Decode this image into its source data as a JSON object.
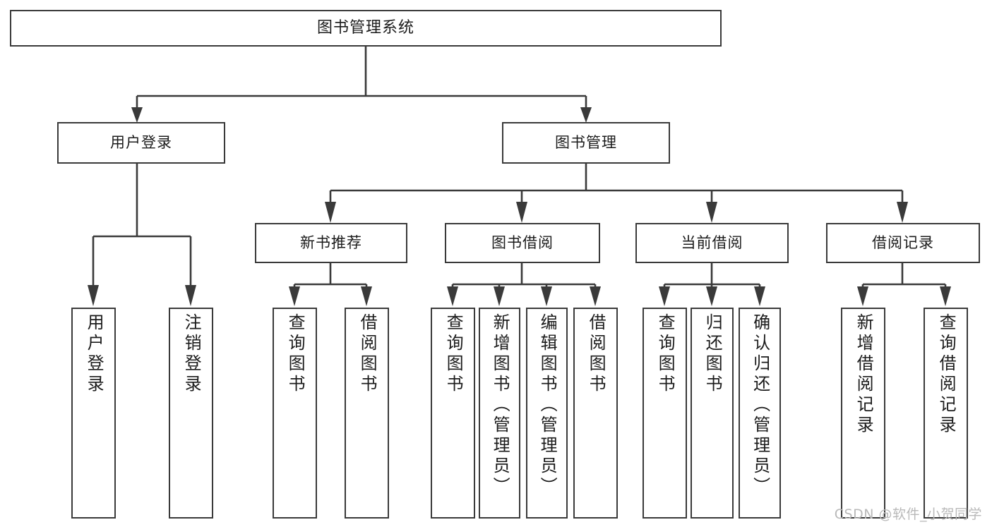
{
  "diagram": {
    "title": "图书管理系统",
    "type": "tree-hierarchy-chart",
    "orientation": "top-down",
    "box_fill": "#ffffff",
    "box_stroke": "#3a3a3a",
    "text_color": "#1b1b1b",
    "watermark": "CSDN @软件_小贺同学"
  },
  "nodes": {
    "root": {
      "label": "图书管理系统"
    },
    "level1": [
      {
        "label": "用户登录"
      },
      {
        "label": "图书管理"
      }
    ],
    "level2": [
      {
        "label": "新书推荐"
      },
      {
        "label": "图书借阅"
      },
      {
        "label": "当前借阅"
      },
      {
        "label": "借阅记录"
      }
    ],
    "leaves": {
      "user_login": [
        {
          "label": "用户登录"
        },
        {
          "label": "注销登录"
        }
      ],
      "new_book_recommend": [
        {
          "label": "查询图书"
        },
        {
          "label": "借阅图书"
        }
      ],
      "book_borrow": [
        {
          "label": "查询图书"
        },
        {
          "label": "新增图书（管理员）"
        },
        {
          "label": "编辑图书（管理员）"
        },
        {
          "label": "借阅图书"
        }
      ],
      "current_borrow": [
        {
          "label": "查询图书"
        },
        {
          "label": "归还图书"
        },
        {
          "label": "确认归还（管理员）"
        }
      ],
      "borrow_record": [
        {
          "label": "新增借阅记录"
        },
        {
          "label": "查询借阅记录"
        }
      ]
    }
  }
}
